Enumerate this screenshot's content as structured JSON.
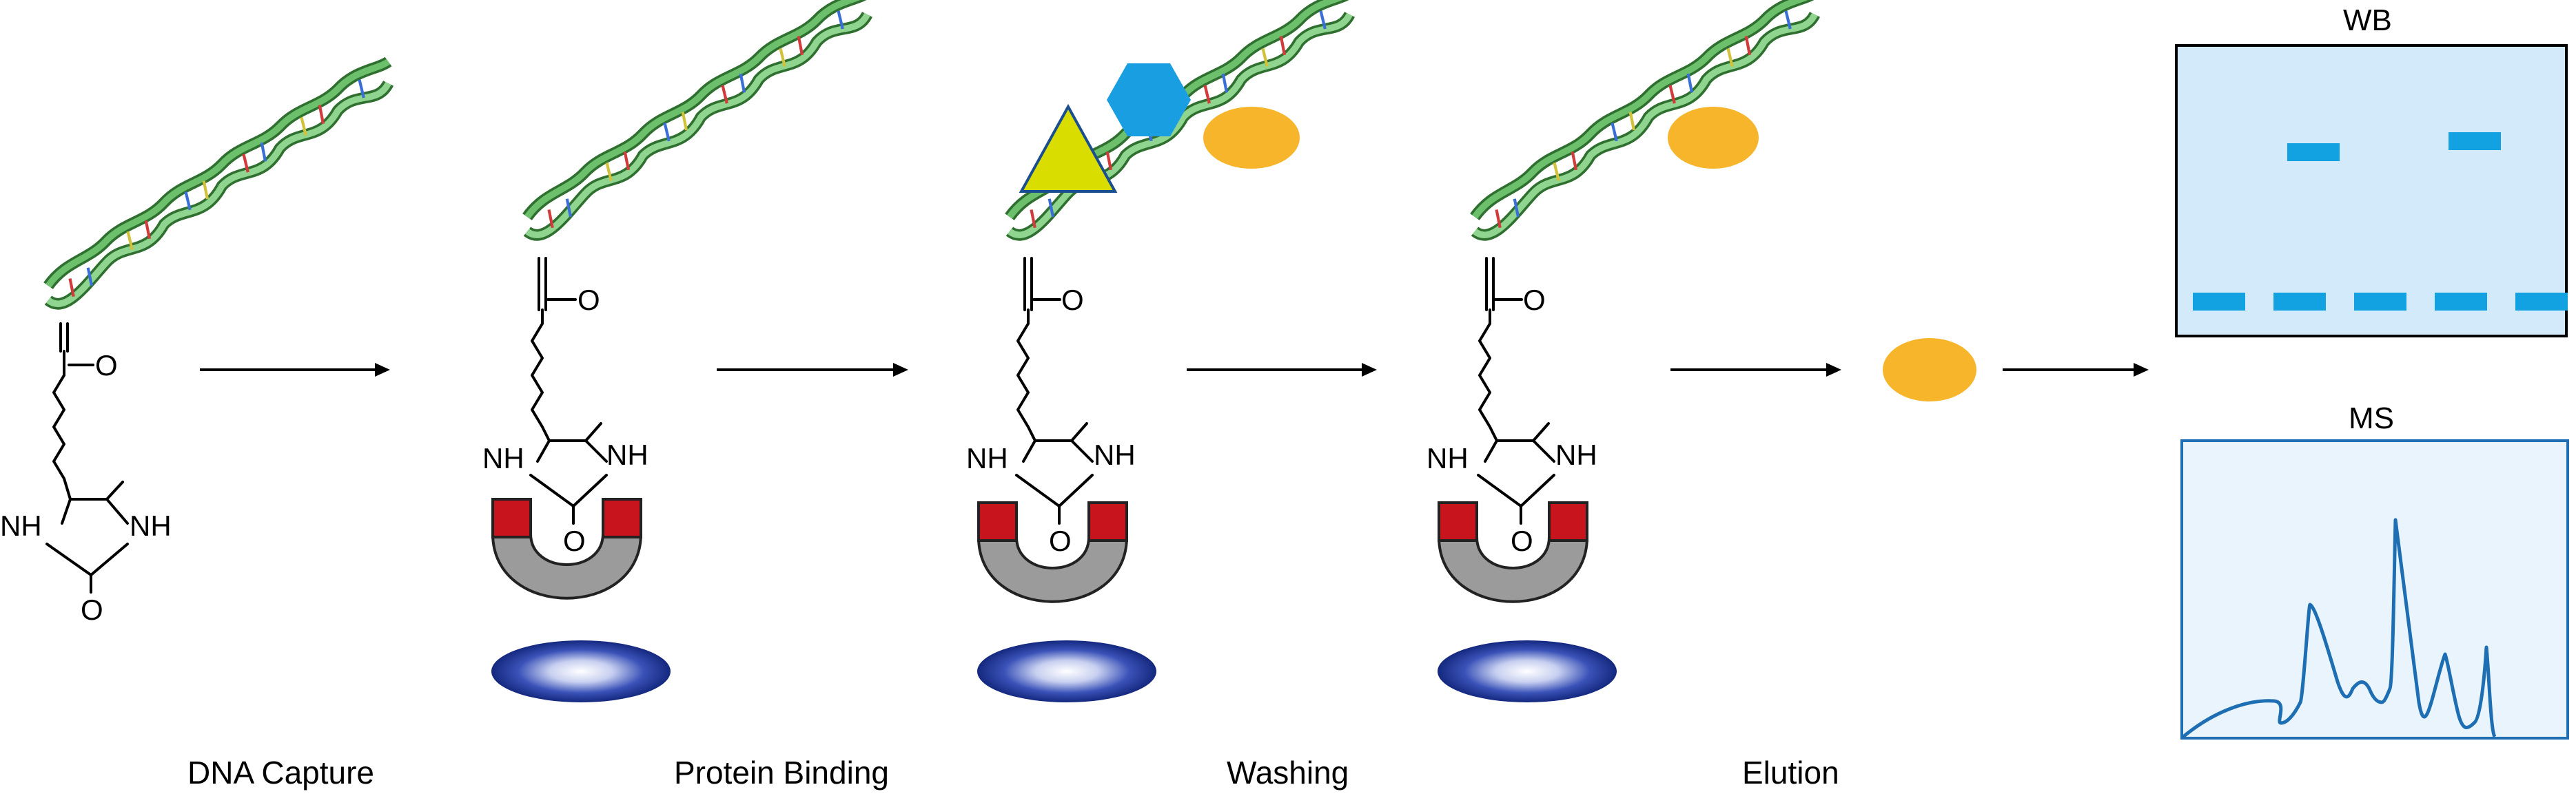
{
  "steps": [
    {
      "label": "DNA Capture"
    },
    {
      "label": "Protein Binding"
    },
    {
      "label": "Washing"
    },
    {
      "label": "Elution"
    }
  ],
  "chem": {
    "oxygen": "O",
    "amine": "NH"
  },
  "wb": {
    "title": "WB",
    "lanes": 5,
    "bands_marked": [
      2,
      4
    ]
  },
  "ms": {
    "title": "MS"
  },
  "colors": {
    "protein_orange": "#f7b52c",
    "protein_blue": "#1a9ee2",
    "protein_yellow": "#d9dd00",
    "wb_bg": "#d3eafa",
    "wb_band": "#12a2e2",
    "ms_line": "#1d6eb3",
    "ms_bg": "#eaf4fc",
    "magnet_red": "#c8141c",
    "magnet_gray": "#9b9b9b",
    "bead_dark": "#16308e",
    "dna_green": "#4fa84f"
  }
}
